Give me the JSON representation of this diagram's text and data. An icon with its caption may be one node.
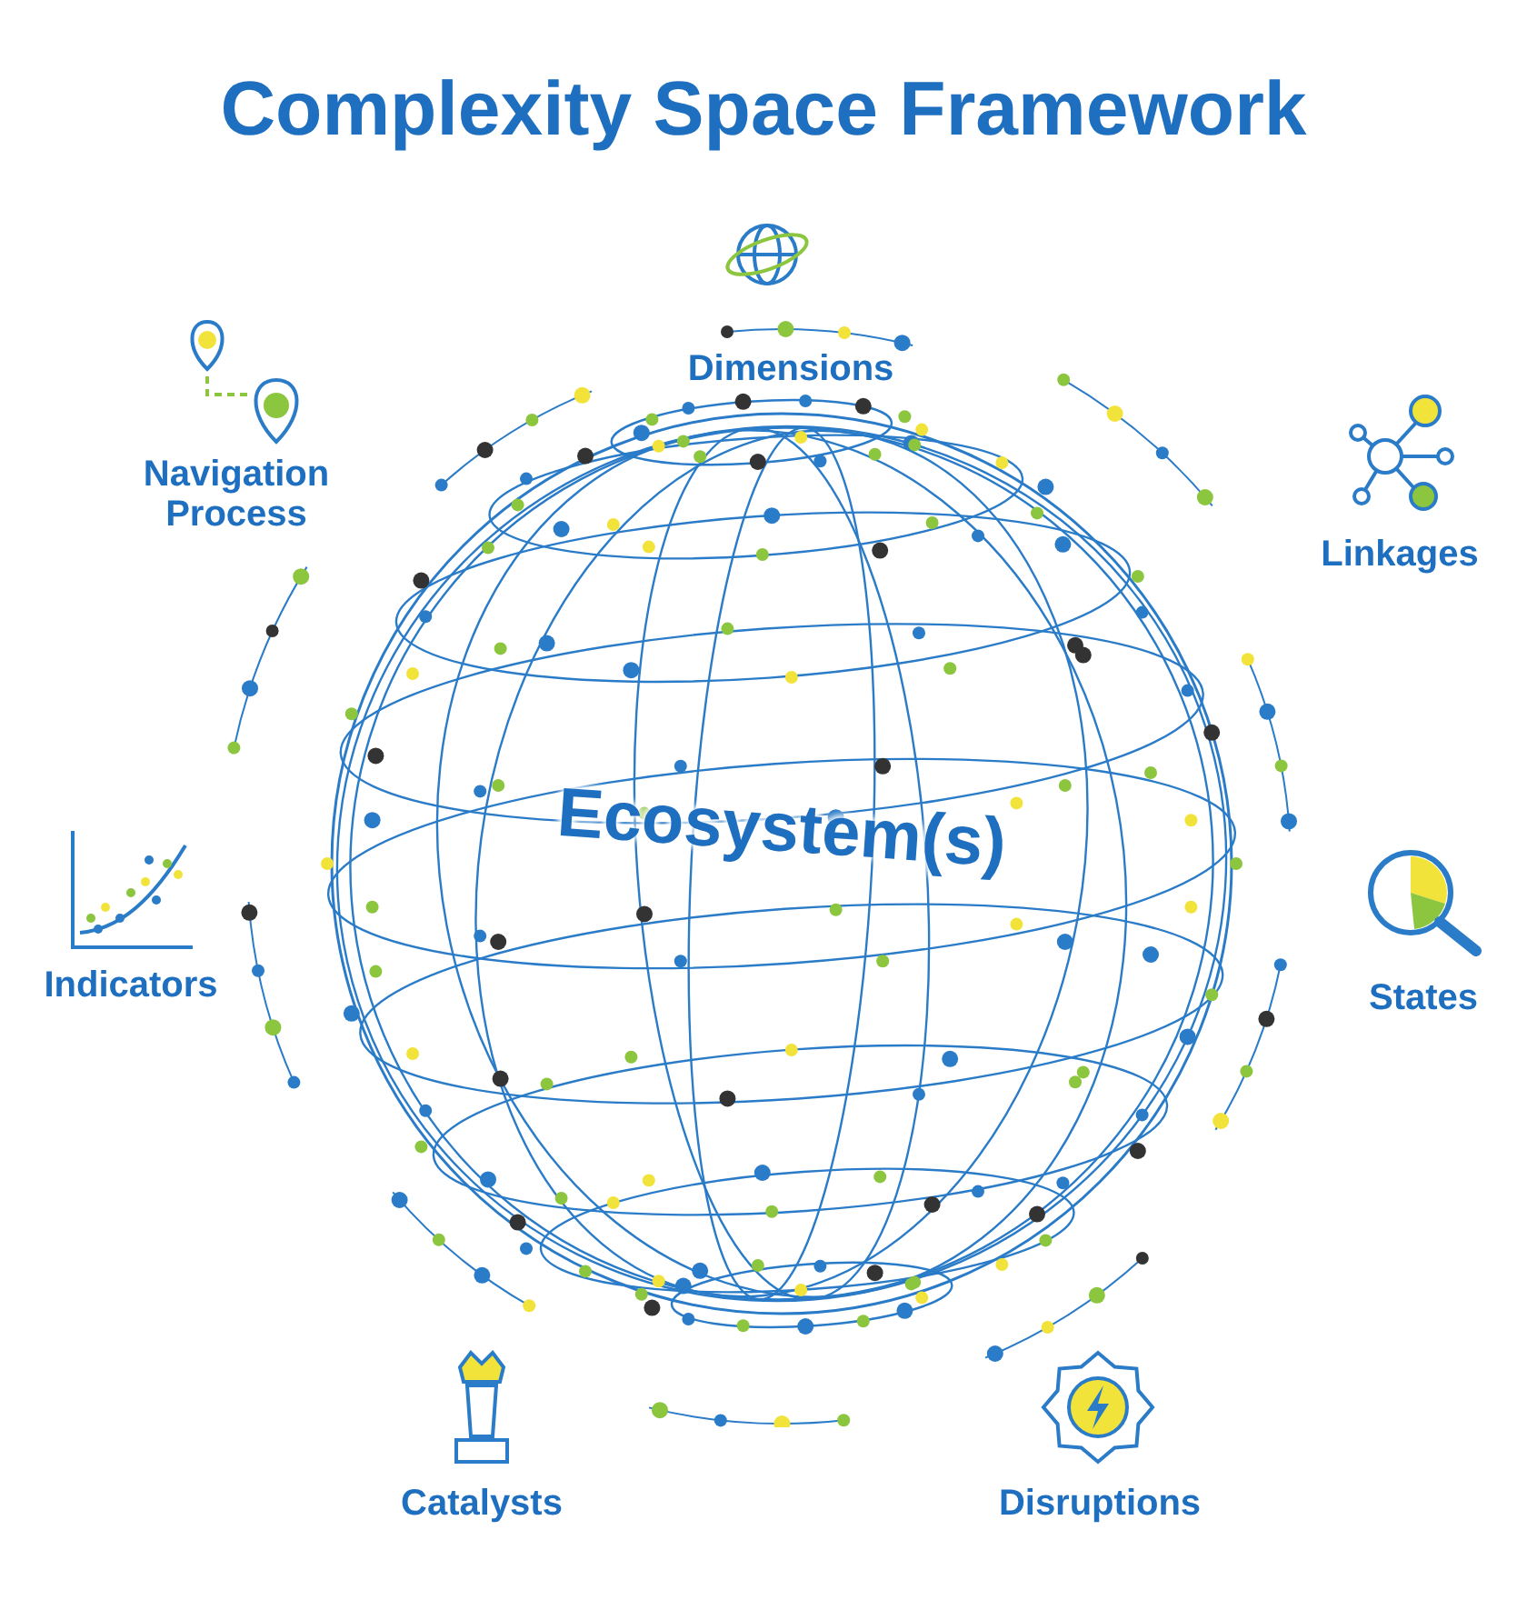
{
  "diagram": {
    "title": "Complexity Space Framework",
    "nodes": [
      {
        "text": [
          "Ecosystem(s)"
        ]
      }
    ],
    "labels": [
      "Dimensions",
      "Navigation Process",
      "Linkages",
      "Indicators",
      "States",
      "Catalysts",
      "Disruptions"
    ]
  }
}
